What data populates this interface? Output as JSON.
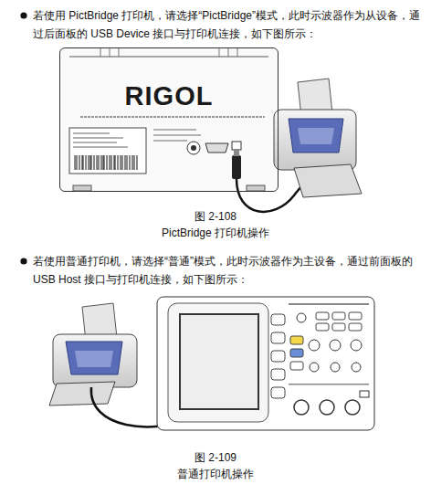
{
  "diagram": {
    "nodes": [
      {
        "text": [
          "RIGOL"
        ]
      }
    ],
    "labels": [
      "若使用 PictBridge 打印机，请选择“PictBridge”模式，此时示波器作为从设备，通过后面板的 USB Device 接口与打印机连接，如下图所示：",
      "图 2-108",
      "PictBridge 打印机操作",
      "若使用普通打印机，请选择“普通”模式，此时示波器作为主设备，通过前面板的 USB Host 接口与打印机连接，如下图所示：",
      "图 2-109",
      "普通打印机操作"
    ]
  }
}
